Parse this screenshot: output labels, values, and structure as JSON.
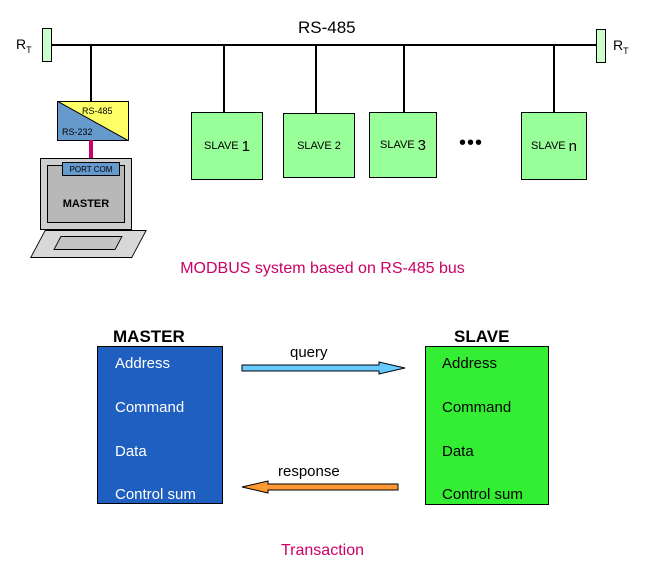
{
  "bus": {
    "label": "RS-485",
    "terminator_left": "R",
    "terminator_right": "R",
    "terminator_sub": "T"
  },
  "converter": {
    "top_label": "RS-485",
    "bottom_label": "RS-232"
  },
  "master_pc": {
    "port_label": "PORT COM",
    "label": "MASTER"
  },
  "slaves": [
    {
      "text": "SLAVE",
      "num": "1"
    },
    {
      "text": "SLAVE 2",
      "num": ""
    },
    {
      "text": "SLAVE",
      "num": "3"
    },
    {
      "text": "SLAVE",
      "num": "n"
    }
  ],
  "ellipsis": "•••",
  "caption_top": "MODBUS system based on RS-485 bus",
  "transaction": {
    "master_title": "MASTER",
    "slave_title": "SLAVE",
    "fields": [
      "Address",
      "Command",
      "Data",
      "Control sum"
    ],
    "query_label": "query",
    "response_label": "response",
    "caption": "Transaction"
  },
  "colors": {
    "master_box": "#1f5fbf",
    "slave_box": "#33ee33",
    "slave_node": "#99ff99",
    "query_arrow": "#66ccff",
    "response_arrow": "#ff9933",
    "caption": "#cc0066",
    "converter_top": "#ffff66",
    "converter_bottom": "#6699cc"
  }
}
